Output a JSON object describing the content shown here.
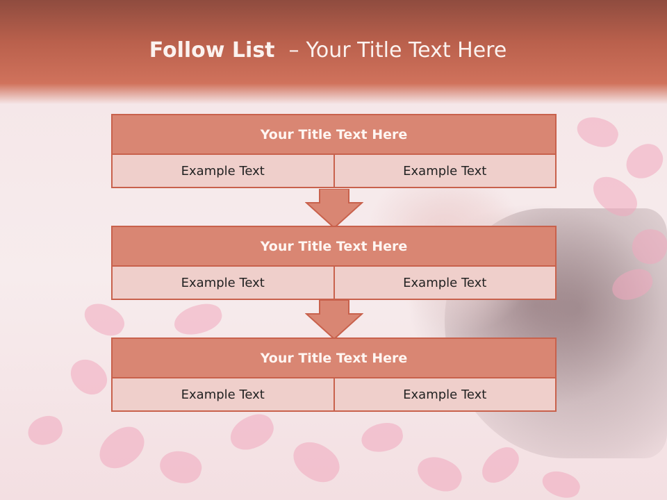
{
  "slide": {
    "title_bold": "Follow List",
    "title_sep": "–",
    "title_rest": "Your Title Text Here"
  },
  "blocks": [
    {
      "title": "Your Title Text Here",
      "left": "Example Text",
      "right": "Example Text"
    },
    {
      "title": "Your Title Text Here",
      "left": "Example Text",
      "right": "Example Text"
    },
    {
      "title": "Your Title Text Here",
      "left": "Example Text",
      "right": "Example Text"
    }
  ],
  "colors": {
    "header": "#c8614c",
    "block_head": "#d98673",
    "block_body": "#efcfcb",
    "border": "#c8614c"
  },
  "icons": [
    "down-arrow-icon",
    "down-arrow-icon"
  ]
}
